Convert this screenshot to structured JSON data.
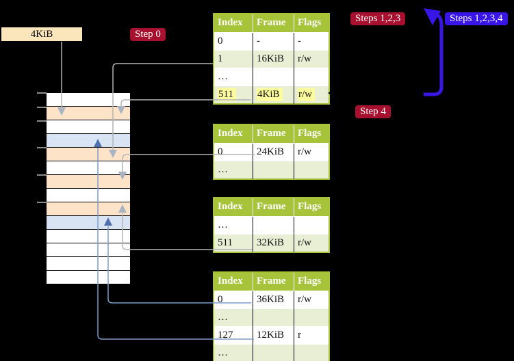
{
  "labels": {
    "frame_size_box": "4KiB",
    "step0": "Step 0",
    "steps123": "Steps 1,2,3",
    "steps1234": "Steps 1,2,3,4",
    "step4": "Step 4"
  },
  "table_header": [
    "Index",
    "Frame",
    "Flags"
  ],
  "page_tables": [
    {
      "name": "page-table-1",
      "rows": [
        {
          "index": "0",
          "frame": "-",
          "flags": "-",
          "shaded": false,
          "highlight": false
        },
        {
          "index": "1",
          "frame": "16KiB",
          "flags": "r/w",
          "shaded": true,
          "highlight": false
        },
        {
          "index": "…",
          "frame": "",
          "flags": "",
          "shaded": false,
          "highlight": false
        },
        {
          "index": "511",
          "frame": "4KiB",
          "flags": "r/w",
          "shaded": true,
          "highlight": true
        }
      ]
    },
    {
      "name": "page-table-2",
      "rows": [
        {
          "index": "0",
          "frame": "24KiB",
          "flags": "r/w",
          "shaded": false,
          "highlight": false
        },
        {
          "index": "…",
          "frame": "",
          "flags": "",
          "shaded": true,
          "highlight": false
        }
      ]
    },
    {
      "name": "page-table-3",
      "rows": [
        {
          "index": "…",
          "frame": "",
          "flags": "",
          "shaded": false,
          "highlight": false
        },
        {
          "index": "511",
          "frame": "32KiB",
          "flags": "r/w",
          "shaded": true,
          "highlight": false
        }
      ]
    },
    {
      "name": "page-table-4",
      "rows": [
        {
          "index": "0",
          "frame": "36KiB",
          "flags": "r/w",
          "shaded": false,
          "highlight": false
        },
        {
          "index": "…",
          "frame": "",
          "flags": "",
          "shaded": true,
          "highlight": false
        },
        {
          "index": "127",
          "frame": "12KiB",
          "flags": "r",
          "shaded": false,
          "highlight": false
        },
        {
          "index": "…",
          "frame": "",
          "flags": "",
          "shaded": true,
          "highlight": false
        }
      ]
    }
  ],
  "memory_strip": {
    "rows": [
      "white",
      "peach",
      "white",
      "blue",
      "peach",
      "white",
      "peach",
      "white",
      "peach",
      "blue",
      "white",
      "white",
      "white",
      "white"
    ]
  },
  "colors": {
    "table_header_green": "#a6c339",
    "row_light_green": "#e9efd5",
    "highlight_yellow": "#fcfc9c",
    "badge_red": "#a8102f",
    "badge_blue": "#3916e6",
    "frame_peach": "#fde3c8",
    "frame_blue": "#d8e4f4",
    "root_box_wheat": "#fbe5ba",
    "connector_gray": "#b4b4b4",
    "connector_light_blue": "#7e9ccb"
  }
}
